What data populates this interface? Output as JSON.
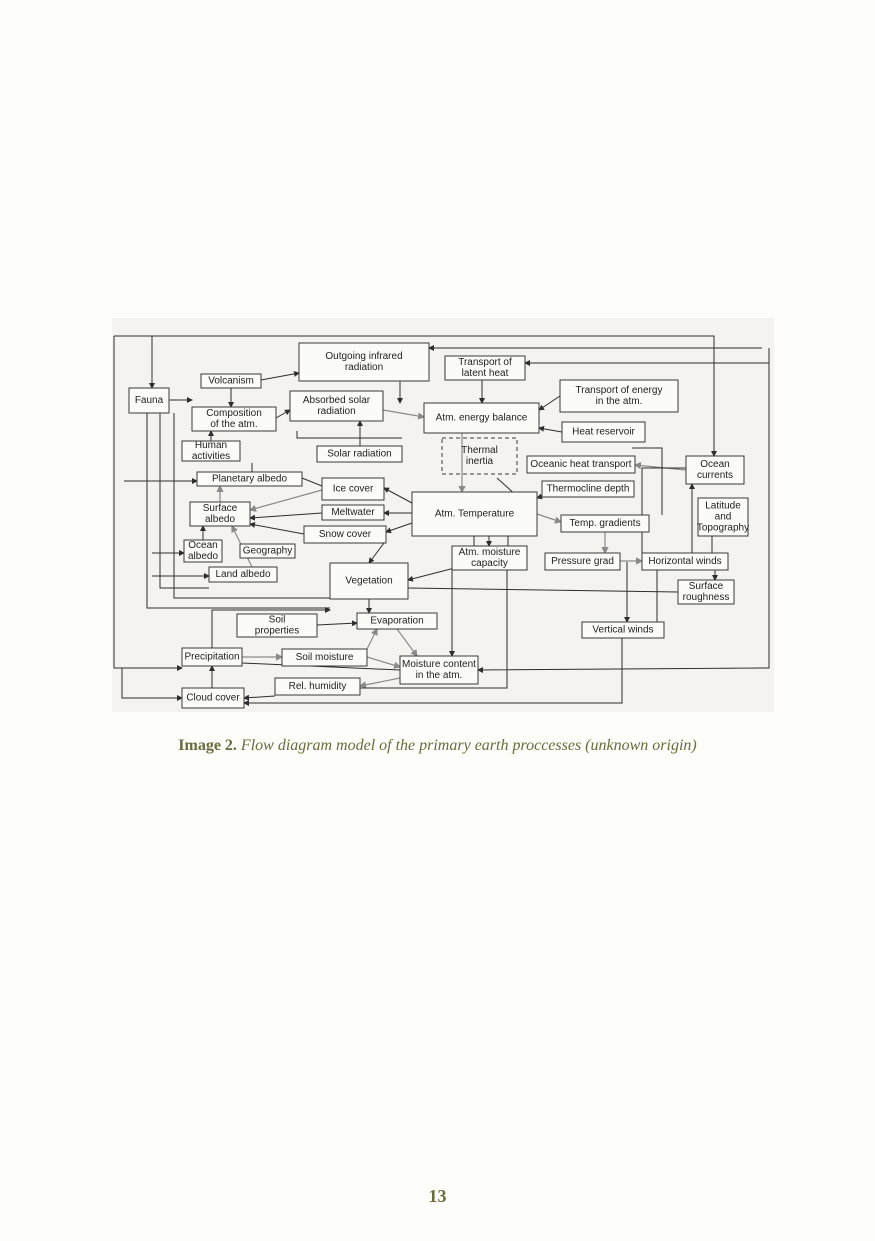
{
  "figure": {
    "nodes": [
      {
        "id": "outgoing-ir",
        "lines": [
          "Outgoing infrared",
          "radiation"
        ]
      },
      {
        "id": "transport-latent",
        "lines": [
          "Transport of",
          "latent heat"
        ]
      },
      {
        "id": "fauna",
        "lines": [
          "Fauna"
        ]
      },
      {
        "id": "volcanism",
        "lines": [
          "Volcanism"
        ]
      },
      {
        "id": "absorbed-solar",
        "lines": [
          "Absorbed solar",
          "radiation"
        ]
      },
      {
        "id": "transport-energy",
        "lines": [
          "Transport of energy",
          "in the atm."
        ]
      },
      {
        "id": "composition",
        "lines": [
          "Composition",
          "of the atm."
        ]
      },
      {
        "id": "atm-energy-balance",
        "lines": [
          "Atm. energy balance"
        ]
      },
      {
        "id": "heat-reservoir",
        "lines": [
          "Heat reservoir"
        ]
      },
      {
        "id": "human-activities",
        "lines": [
          "Human",
          "activities"
        ]
      },
      {
        "id": "solar-radiation",
        "lines": [
          "Solar radiation"
        ]
      },
      {
        "id": "thermal-inertia",
        "lines": [
          "Thermal",
          "inertia"
        ]
      },
      {
        "id": "oceanic-heat-transport",
        "lines": [
          "Oceanic heat transport"
        ]
      },
      {
        "id": "ocean-currents",
        "lines": [
          "Ocean",
          "currents"
        ]
      },
      {
        "id": "planetary-albedo",
        "lines": [
          "Planetary albedo"
        ]
      },
      {
        "id": "ice-cover",
        "lines": [
          "Ice cover"
        ]
      },
      {
        "id": "thermocline-depth",
        "lines": [
          "Thermocline depth"
        ]
      },
      {
        "id": "surface-albedo",
        "lines": [
          "Surface",
          "albedo"
        ]
      },
      {
        "id": "meltwater",
        "lines": [
          "Meltwater"
        ]
      },
      {
        "id": "atm-temperature",
        "lines": [
          "Atm. Temperature"
        ]
      },
      {
        "id": "latitude-topography",
        "lines": [
          "Latitude",
          "and",
          "Topography"
        ]
      },
      {
        "id": "temp-gradients",
        "lines": [
          "Temp. gradients"
        ]
      },
      {
        "id": "snow-cover",
        "lines": [
          "Snow cover"
        ]
      },
      {
        "id": "ocean-albedo",
        "lines": [
          "Ocean",
          "albedo"
        ]
      },
      {
        "id": "geography",
        "lines": [
          "Geography"
        ]
      },
      {
        "id": "atm-moisture-capacity",
        "lines": [
          "Atm. moisture",
          "capacity"
        ]
      },
      {
        "id": "pressure-grad",
        "lines": [
          "Pressure grad"
        ]
      },
      {
        "id": "horizontal-winds",
        "lines": [
          "Horizontal winds"
        ]
      },
      {
        "id": "land-albedo",
        "lines": [
          "Land albedo"
        ]
      },
      {
        "id": "vegetation",
        "lines": [
          "Vegetation"
        ]
      },
      {
        "id": "surface-roughness",
        "lines": [
          "Surface",
          "roughness"
        ]
      },
      {
        "id": "soil-properties",
        "lines": [
          "Soil",
          "properties"
        ]
      },
      {
        "id": "evaporation",
        "lines": [
          "Evaporation"
        ]
      },
      {
        "id": "vertical-winds",
        "lines": [
          "Vertical winds"
        ]
      },
      {
        "id": "precipitation",
        "lines": [
          "Precipitation"
        ]
      },
      {
        "id": "soil-moisture",
        "lines": [
          "Soil moisture"
        ]
      },
      {
        "id": "moisture-content",
        "lines": [
          "Moisture content",
          "in the atm."
        ]
      },
      {
        "id": "rel-humidity",
        "lines": [
          "Rel. humidity"
        ]
      },
      {
        "id": "cloud-cover",
        "lines": [
          "Cloud cover"
        ]
      }
    ]
  },
  "caption": {
    "label": "Image 2.",
    "text": "Flow diagram model of the primary earth proccesses (unknown origin)"
  },
  "page_number": "13"
}
